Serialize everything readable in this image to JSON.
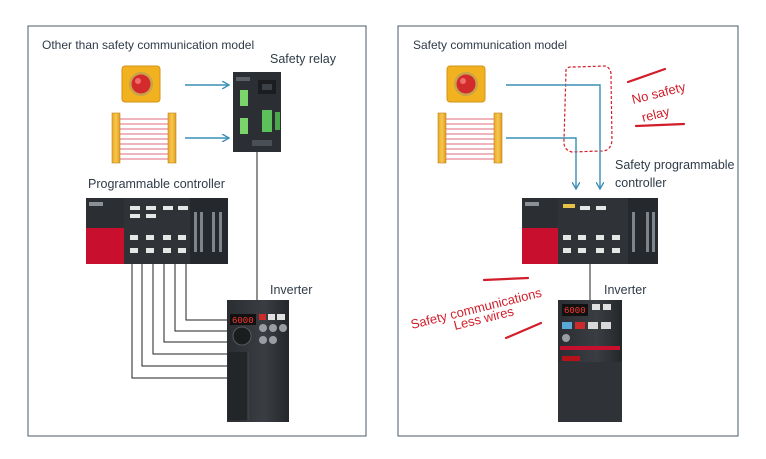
{
  "left_panel": {
    "title": "Other than safety communication model",
    "safety_relay_label": "Safety relay",
    "plc_label": "Programmable controller",
    "inverter_label": "Inverter",
    "inverter_display": "6000"
  },
  "right_panel": {
    "title": "Safety communication model",
    "no_relay_line1": "No safety",
    "no_relay_line2": "relay",
    "plc_label_line1": "Safety programmable",
    "plc_label_line2": "controller",
    "inverter_label": "Inverter",
    "note_line1": "Safety communications",
    "note_line2": "Less wires",
    "inverter_display": "6000"
  },
  "colors": {
    "arrow": "#3a8fb5",
    "annotation": "#d21e2a",
    "frame": "#4a5a6a",
    "device_dark": "#2b2f33",
    "plc_red": "#c8102e"
  }
}
